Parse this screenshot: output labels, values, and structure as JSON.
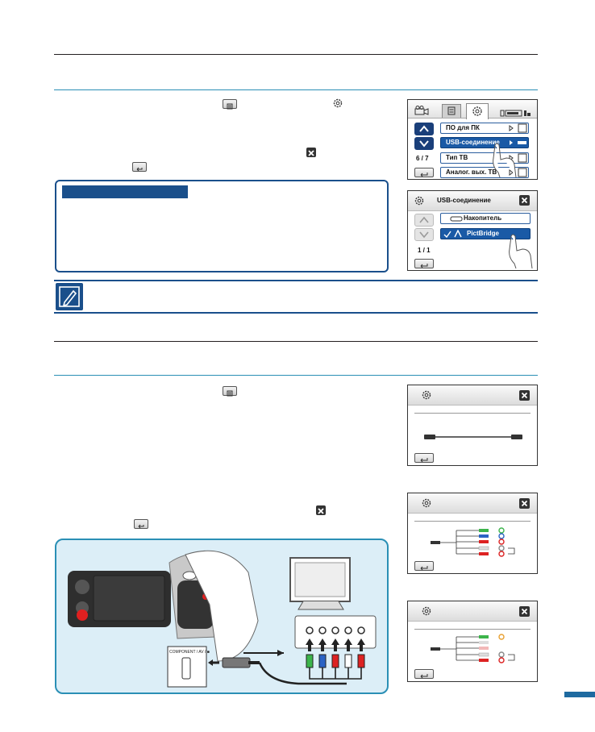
{
  "panel1": {
    "page_counter": "6 / 7",
    "items": [
      "ПО для ПК",
      "USB-соединение",
      "Тип ТВ",
      "Аналог. вых. ТВ"
    ],
    "selected_index": 1
  },
  "panel2": {
    "title": "USB-соединение",
    "options": [
      "Накопитель",
      "PictBridge"
    ],
    "checked_index": 1,
    "page_counter": "1 / 1"
  },
  "colors": {
    "teal_rule": "#2a8fb5",
    "note_bar": "#1a4f8b",
    "highlight": "#1a5aa6",
    "illustration_bg": "#dceef7",
    "illustration_border": "#2a8fb5",
    "page_tab": "#1e6aa0"
  },
  "icons": {
    "menu": "menu-icon",
    "settings": "gear-icon",
    "close": "close-icon",
    "back": "return-icon",
    "note": "pencil-note-icon"
  },
  "illustration": {
    "camera_port_label": "COMPONENT / AV / ■"
  }
}
